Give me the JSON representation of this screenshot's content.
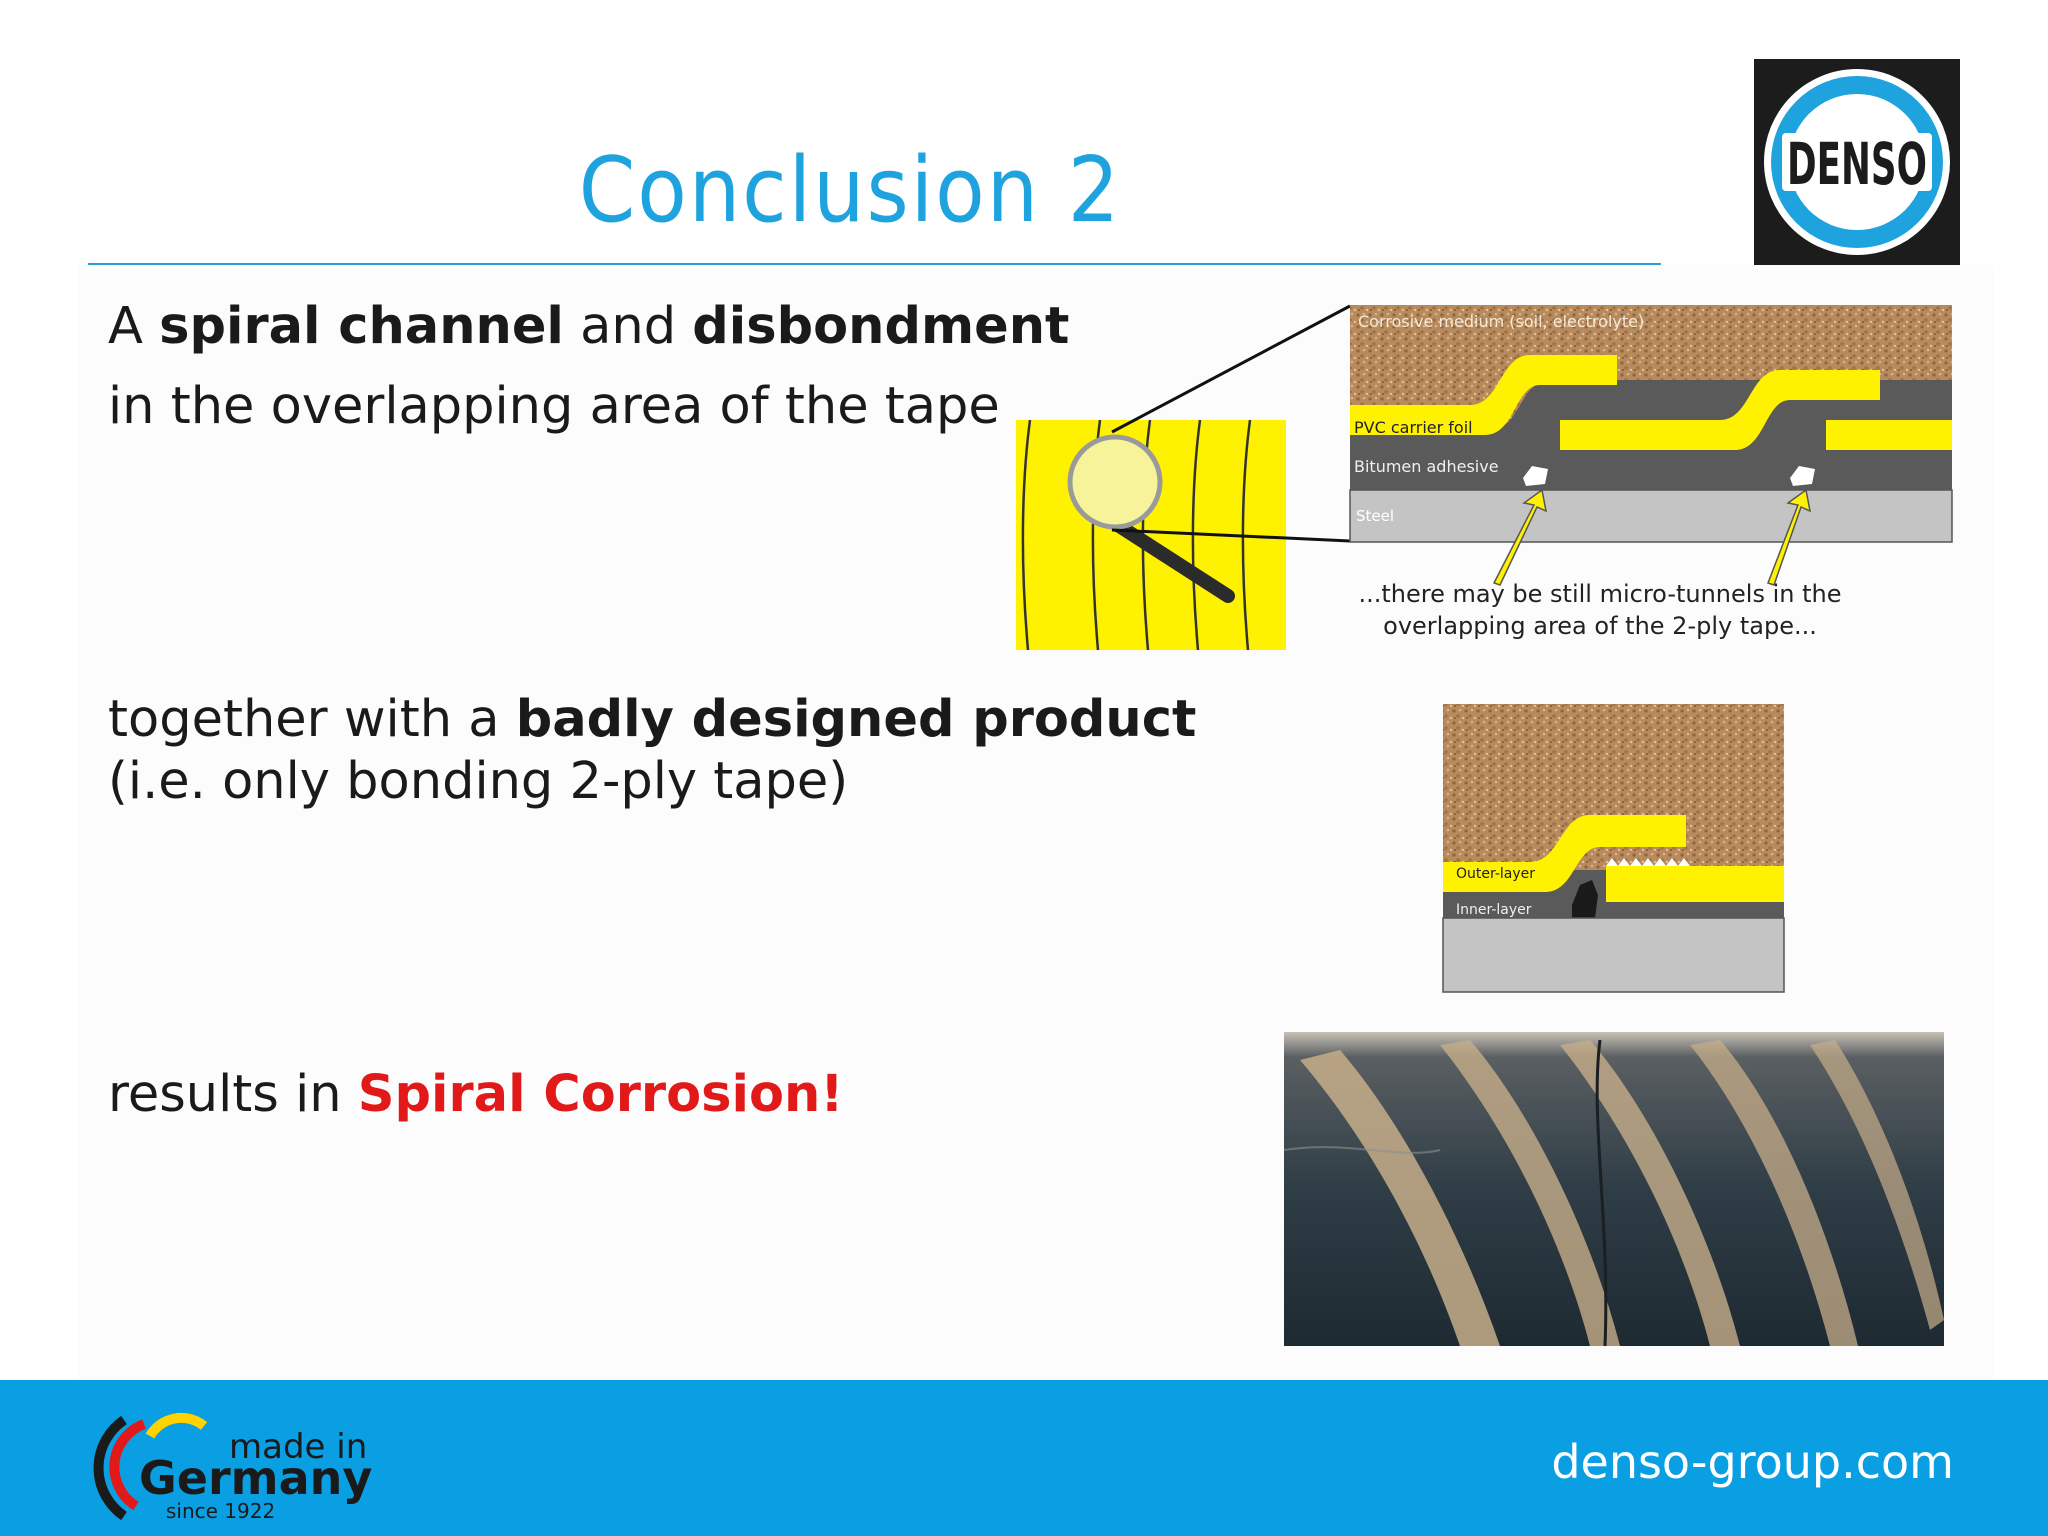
{
  "slide": {
    "title": "Conclusion 2",
    "logo_text": "DENSO",
    "line1": {
      "prefix": "A ",
      "bold1": "spiral channel",
      "mid": " and ",
      "bold2": "disbondment"
    },
    "line2": "in the overlapping area of the tape",
    "line3": {
      "prefix": "together with a ",
      "bold": "badly designed product"
    },
    "line4": "(i.e. only bonding 2-ply tape)",
    "line5": {
      "prefix": "results in ",
      "highlight": "Spiral Corrosion!"
    }
  },
  "diagram1": {
    "label_medium": "Corrosive medium  (soil, electrolyte)",
    "label_pvc": "PVC carrier foil",
    "label_bitumen": "Bitumen adhesive",
    "label_steel": "Steel",
    "callout_line1": "...there may be still micro-tunnels in the",
    "callout_line2": "overlapping area of the 2-ply tape..."
  },
  "diagram2": {
    "label_outer": "Outer-layer",
    "label_inner": "Inner-layer"
  },
  "footer": {
    "badge_line1": "made in",
    "badge_line2": "Germany",
    "badge_line3": "since 1922",
    "url": "denso-group.com"
  },
  "colors": {
    "accent_blue": "#1ea3de",
    "footer_blue": "#0a9fe3",
    "tape_yellow": "#fff200",
    "alert_red": "#e11919"
  }
}
